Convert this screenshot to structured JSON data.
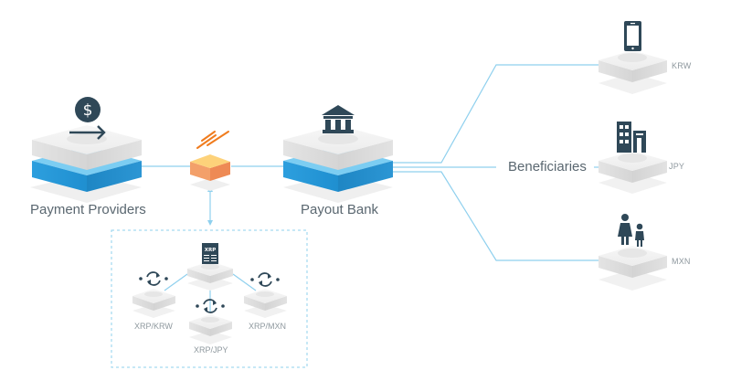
{
  "diagram": {
    "title": "",
    "colors": {
      "connector": "#8fd0ee",
      "icon": "#2f4858",
      "layer_blue": "#2a9ad6",
      "layer_blue_light": "#7ccdf2",
      "platform_top": "#f2f2f2",
      "platform_side": "#d9d9d9",
      "xrapid_top": "#fdd27a",
      "xrapid_side": "#f3905c",
      "xrapid_lines": "#f07c1e"
    },
    "nodes": {
      "payment_providers": {
        "label": "Payment Providers",
        "icon": "dollar-transfer-icon"
      },
      "xrapid": {
        "label": "",
        "icon": "ripple-lines-icon"
      },
      "payout_bank": {
        "label": "Payout Bank",
        "icon": "bank-icon"
      },
      "beneficiaries": {
        "label": "Beneficiaries"
      },
      "beneficiary_krw": {
        "label": "KRW",
        "icon": "mobile-phone-icon"
      },
      "beneficiary_jpy": {
        "label": "JPY",
        "icon": "office-building-icon"
      },
      "beneficiary_mxn": {
        "label": "MXN",
        "icon": "family-icon"
      }
    },
    "exchange_cluster": {
      "hub": {
        "label": "XRP",
        "icon": "xrp-ledger-icon"
      },
      "exchanges": [
        {
          "label": "XRP/KRW",
          "icon": "exchange-cycle-icon"
        },
        {
          "label": "XRP/JPY",
          "icon": "exchange-cycle-icon"
        },
        {
          "label": "XRP/MXN",
          "icon": "exchange-cycle-icon"
        }
      ]
    }
  }
}
